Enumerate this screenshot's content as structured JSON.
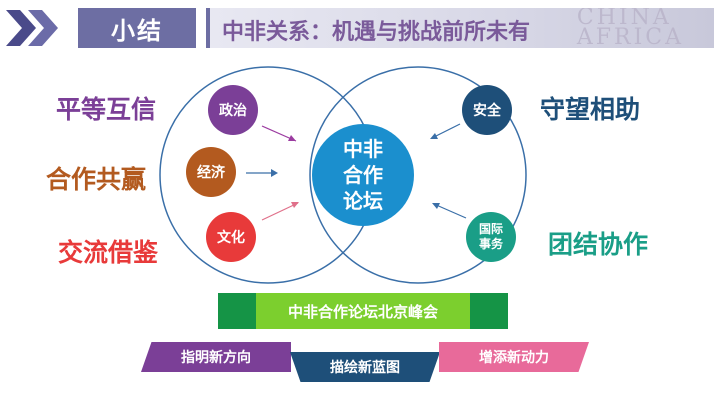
{
  "header": {
    "section_title": "小结",
    "subtitle": "中非关系：机遇与挑战前所未有",
    "watermark_line1": "CHINA",
    "watermark_line2": "AFRICA"
  },
  "left_phrases": [
    "平等互信",
    "合作共赢",
    "交流借鉴"
  ],
  "right_phrases": [
    "守望相助",
    "团结协作"
  ],
  "nodes": {
    "politics": "政治",
    "economy": "经济",
    "culture": "文化",
    "security": "安全",
    "intl_line1": "国际",
    "intl_line2": "事务",
    "center_line1": "中非",
    "center_line2": "合作",
    "center_line3": "论坛"
  },
  "summit": "中非合作论坛北京峰会",
  "tags": [
    "指明新方向",
    "描绘新蓝图",
    "增添新动力"
  ],
  "colors": {
    "purple": "#7b3f97",
    "brown": "#b35a1f",
    "red": "#e83a3a",
    "navy": "#1e4f79",
    "teal": "#1a9e87",
    "blue": "#1b8fce",
    "green": "#7ccf2e"
  }
}
